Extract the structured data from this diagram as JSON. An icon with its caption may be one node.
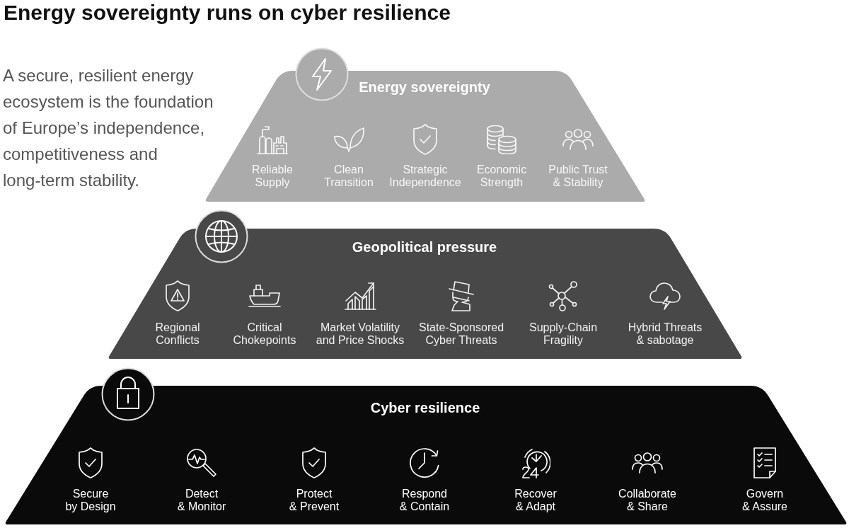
{
  "diagram": {
    "title": "Energy sovereignty runs on cyber resilience",
    "nodes": [
      {
        "text": [
          "Energy sovereignty"
        ]
      },
      {
        "text": [
          "Reliable Supply"
        ],
        "in": 0
      },
      {
        "text": [
          "Clean Transition"
        ],
        "in": 0
      },
      {
        "text": [
          "Strategic Independence"
        ],
        "in": 0
      },
      {
        "text": [
          "Economic Strength"
        ],
        "in": 0
      },
      {
        "text": [
          "Public Trust & Stability"
        ],
        "in": 0
      },
      {
        "text": [
          "Geopolitical pressure"
        ]
      },
      {
        "text": [
          "Regional Conflicts"
        ],
        "in": 6
      },
      {
        "text": [
          "Critical Chokepoints"
        ],
        "in": 6
      },
      {
        "text": [
          "Market Volatility and Price Shocks"
        ],
        "in": 6
      },
      {
        "text": [
          "State-Sponsored Cyber Threats"
        ],
        "in": 6
      },
      {
        "text": [
          "Supply-Chain Fragility"
        ],
        "in": 6
      },
      {
        "text": [
          "Hybrid Threats & sabotage"
        ],
        "in": 6
      },
      {
        "text": [
          "Cyber resilience"
        ]
      },
      {
        "text": [
          "Secure by Design"
        ],
        "in": 13
      },
      {
        "text": [
          "Detect & Monitor"
        ],
        "in": 13
      },
      {
        "text": [
          "Protect & Prevent"
        ],
        "in": 13
      },
      {
        "text": [
          "Respond & Contain"
        ],
        "in": 13
      },
      {
        "text": [
          "Recover & Adapt"
        ],
        "in": 13
      },
      {
        "text": [
          "Collaborate & Share"
        ],
        "in": 13
      },
      {
        "text": [
          "Govern & Assure"
        ],
        "in": 13
      }
    ],
    "labels": [
      "A secure, resilient energy ecosystem is the foundation of Europe’s independence, competitiveness and long-term stability."
    ]
  }
}
